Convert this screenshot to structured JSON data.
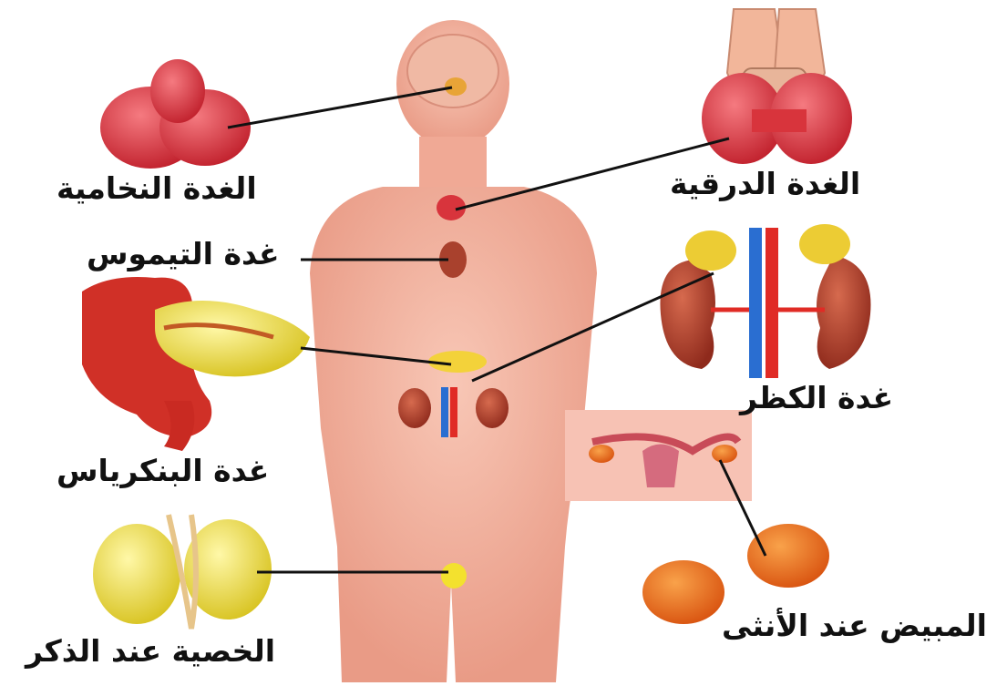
{
  "labels": {
    "pituitary": "الغدة النخامية",
    "thyroid": "الغدة الدرقية",
    "thymus": "غدة التيموس",
    "adrenal": "غدة الكظر",
    "pancreas": "غدة البنكرياس",
    "ovary": "المبيض عند الأنثى",
    "testis": "الخصية عند الذكر"
  },
  "colors": {
    "skin": "#f4b3a0",
    "skin_dark": "#e8917c",
    "organ_red": "#d8343c",
    "pancreas_yellow": "#f3d23a",
    "kidney": "#b8402e",
    "artery": "#e02b25",
    "vein": "#2a6ed1",
    "ovary_orange": "#e86a1a",
    "testis_yellow": "#e7de3a",
    "text": "#111111",
    "line": "#111111"
  }
}
